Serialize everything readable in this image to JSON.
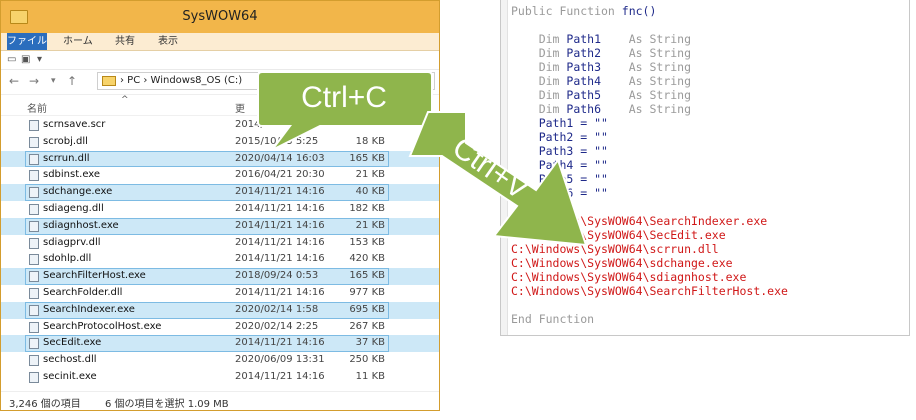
{
  "explorer": {
    "title": "SysWOW64",
    "ribbon_tabs": [
      "ファイル",
      "ホーム",
      "共有",
      "表示"
    ],
    "address_path": "› PC › Windows8_OS (C:)",
    "columns": {
      "name": "名前",
      "date": "更"
    },
    "files": [
      {
        "name": "scrnsave.scr",
        "date": "2014/1",
        "size": "10 KB",
        "selected": false
      },
      {
        "name": "scrobj.dll",
        "date": "2015/10/13 5:25",
        "size": "18 KB",
        "selected": false
      },
      {
        "name": "scrrun.dll",
        "date": "2020/04/14 16:03",
        "size": "165 KB",
        "selected": true
      },
      {
        "name": "sdbinst.exe",
        "date": "2016/04/21 20:30",
        "size": "21 KB",
        "selected": false
      },
      {
        "name": "sdchange.exe",
        "date": "2014/11/21 14:16",
        "size": "40 KB",
        "selected": true
      },
      {
        "name": "sdiageng.dll",
        "date": "2014/11/21 14:16",
        "size": "182 KB",
        "selected": false
      },
      {
        "name": "sdiagnhost.exe",
        "date": "2014/11/21 14:16",
        "size": "21 KB",
        "selected": true
      },
      {
        "name": "sdiagprv.dll",
        "date": "2014/11/21 14:16",
        "size": "153 KB",
        "selected": false
      },
      {
        "name": "sdohlp.dll",
        "date": "2014/11/21 14:16",
        "size": "420 KB",
        "selected": false
      },
      {
        "name": "SearchFilterHost.exe",
        "date": "2018/09/24 0:53",
        "size": "165 KB",
        "selected": true
      },
      {
        "name": "SearchFolder.dll",
        "date": "2014/11/21 14:16",
        "size": "977 KB",
        "selected": false
      },
      {
        "name": "SearchIndexer.exe",
        "date": "2020/02/14 1:58",
        "size": "695 KB",
        "selected": true
      },
      {
        "name": "SearchProtocolHost.exe",
        "date": "2020/02/14 2:25",
        "size": "267 KB",
        "selected": false
      },
      {
        "name": "SecEdit.exe",
        "date": "2014/11/21 14:16",
        "size": "37 KB",
        "selected": true
      },
      {
        "name": "sechost.dll",
        "date": "2020/06/09 13:31",
        "size": "250 KB",
        "selected": false
      },
      {
        "name": "secinit.exe",
        "date": "2014/11/21 14:16",
        "size": "11 KB",
        "selected": false
      }
    ],
    "status": {
      "count": "3,246 個の項目",
      "selection": "6 個の項目を選択 1.09 MB"
    }
  },
  "callouts": {
    "copy": "Ctrl+C",
    "paste": "Ctrl+V"
  },
  "editor": {
    "lines": [
      {
        "parts": [
          {
            "t": "Public Function ",
            "c": "gray"
          },
          {
            "t": "fnc()",
            "c": "navy"
          }
        ]
      },
      {
        "parts": []
      },
      {
        "parts": [
          {
            "t": "    Dim ",
            "c": "gray"
          },
          {
            "t": "Path1    ",
            "c": "navy"
          },
          {
            "t": "As String",
            "c": "gray"
          }
        ]
      },
      {
        "parts": [
          {
            "t": "    Dim ",
            "c": "gray"
          },
          {
            "t": "Path2    ",
            "c": "navy"
          },
          {
            "t": "As String",
            "c": "gray"
          }
        ]
      },
      {
        "parts": [
          {
            "t": "    Dim ",
            "c": "gray"
          },
          {
            "t": "Path3    ",
            "c": "navy"
          },
          {
            "t": "As String",
            "c": "gray"
          }
        ]
      },
      {
        "parts": [
          {
            "t": "    Dim ",
            "c": "gray"
          },
          {
            "t": "Path4    ",
            "c": "navy"
          },
          {
            "t": "As String",
            "c": "gray"
          }
        ]
      },
      {
        "parts": [
          {
            "t": "    Dim ",
            "c": "gray"
          },
          {
            "t": "Path5    ",
            "c": "navy"
          },
          {
            "t": "As String",
            "c": "gray"
          }
        ]
      },
      {
        "parts": [
          {
            "t": "    Dim ",
            "c": "gray"
          },
          {
            "t": "Path6    ",
            "c": "navy"
          },
          {
            "t": "As String",
            "c": "gray"
          }
        ]
      },
      {
        "parts": [
          {
            "t": "    Path1 = \"\"",
            "c": "navy"
          }
        ]
      },
      {
        "parts": [
          {
            "t": "    Path2 = \"\"",
            "c": "navy"
          }
        ]
      },
      {
        "parts": [
          {
            "t": "    Path3 = \"\"",
            "c": "navy"
          }
        ]
      },
      {
        "parts": [
          {
            "t": "    Path4 = \"\"",
            "c": "navy"
          }
        ]
      },
      {
        "parts": [
          {
            "t": "    Path5 = \"\"",
            "c": "navy"
          }
        ]
      },
      {
        "parts": [
          {
            "t": "    Path6 = \"\"",
            "c": "navy"
          }
        ]
      },
      {
        "parts": []
      },
      {
        "parts": [
          {
            "t": "C:\\Windows\\SysWOW64\\SearchIndexer.exe",
            "c": "red"
          }
        ]
      },
      {
        "parts": [
          {
            "t": "C:\\Windows\\SysWOW64\\SecEdit.exe",
            "c": "red"
          }
        ]
      },
      {
        "parts": [
          {
            "t": "C:\\Windows\\SysWOW64\\scrrun.dll",
            "c": "red"
          }
        ]
      },
      {
        "parts": [
          {
            "t": "C:\\Windows\\SysWOW64\\sdchange.exe",
            "c": "red"
          }
        ]
      },
      {
        "parts": [
          {
            "t": "C:\\Windows\\SysWOW64\\sdiagnhost.exe",
            "c": "red"
          }
        ]
      },
      {
        "parts": [
          {
            "t": "C:\\Windows\\SysWOW64\\SearchFilterHost.exe",
            "c": "red"
          }
        ]
      },
      {
        "parts": []
      },
      {
        "parts": [
          {
            "t": "End Function",
            "c": "gray"
          }
        ]
      }
    ]
  },
  "colors": {
    "titlebar": "#f2b64a",
    "selection": "#cde8f7",
    "callout": "#8fb54c",
    "code_red": "#d01818",
    "code_navy": "#1f2a8a"
  }
}
